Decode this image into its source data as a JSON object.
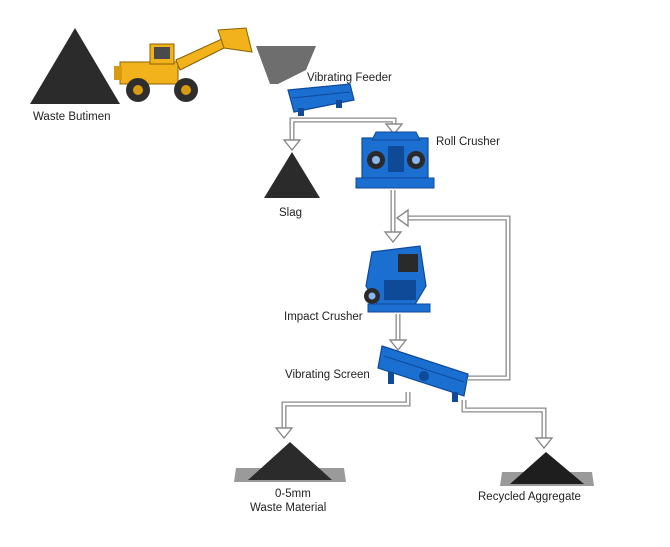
{
  "labels": {
    "waste_butimen": "Waste Butimen",
    "vibrating_feeder": "Vibrating Feeder",
    "roll_crusher": "Roll Crusher",
    "slag": "Slag",
    "impact_crusher": "Impact Crusher",
    "vibrating_screen": "Vibrating Screen",
    "fine_material_line1": "0-5mm",
    "fine_material_line2": "Waste Material",
    "recycled_aggregate": "Recycled Aggregate"
  },
  "colors": {
    "pile": "#2b2b2b",
    "equipment_blue": "#1a6fd1",
    "equipment_dark": "#0f4a99",
    "loader_yellow": "#f2b21b",
    "arrow_gray": "#8a8a8a",
    "hopper_gray": "#6e6e6e"
  },
  "icons": {
    "waste_pile": "triangle-pile-icon",
    "loader": "wheel-loader-icon",
    "hopper": "hopper-icon",
    "feeder": "vibrating-feeder-icon",
    "roll_crusher": "roll-crusher-icon",
    "impact_crusher": "impact-crusher-icon",
    "screen": "vibrating-screen-icon"
  }
}
